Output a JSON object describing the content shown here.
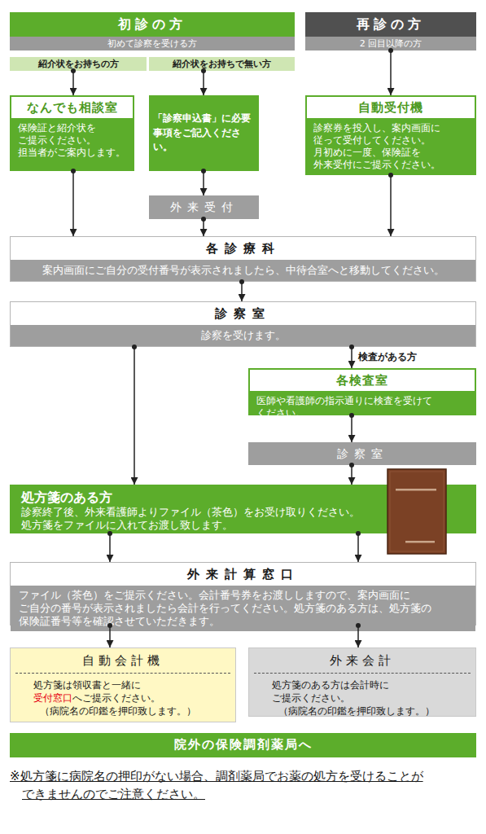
{
  "diagram": {
    "nodes": [
      {
        "text": [
          "初診の方",
          "初めて診察を受ける方"
        ]
      },
      {
        "text": [
          "再診の方",
          "2 回目以降の方"
        ]
      },
      {
        "text": [
          "紹介状をお持ちの方"
        ]
      },
      {
        "text": [
          "紹介状をお持ちで無い方"
        ]
      },
      {
        "text": [
          "なんでも相談室",
          "保険証と紹介状を ご提示ください。 担当者がご案内します。"
        ]
      },
      {
        "text": [
          "「診察申込書」に必要 事項をご記入くださ い。"
        ]
      },
      {
        "text": [
          "自動受付機",
          "診察券を投入し、案内画面に 従って受付してください。 月初めに一度、保険証を 外来受付にご提示ください。"
        ]
      },
      {
        "text": [
          "外来受付"
        ]
      },
      {
        "text": [
          "各診療科",
          "案内画面にご自分の受付番号が表示されましたら、中待合室へと移動してください。"
        ]
      },
      {
        "text": [
          "診察室",
          "診察を受けます。"
        ]
      },
      {
        "text": [
          "各検査室",
          "医師や看護師の指示通りに検査を受けて ください。"
        ]
      },
      {
        "text": [
          "診察室"
        ]
      },
      {
        "text": [
          "処方箋のある方",
          "診察終了後、外来看護師よりファイル（茶色）をお受け取りください。 処方箋をファイルに入れてお渡し致します。"
        ]
      },
      {
        "text": [
          "外来計算窓口",
          "ファイル（茶色）をご提示ください。会計番号券をお渡ししますので、案内画面に ご自分の番号が表示されましたら会計を行ってください。処方箋のある方は、処方箋の 保険証番号等を確認させていただきます。"
        ]
      },
      {
        "text": [
          "自動会計機",
          "処方箋は領収書と一緒に",
          "受付窓口",
          "へご提示ください。",
          "（病院名の印鑑を押印致します。）"
        ]
      },
      {
        "text": [
          "外来会計",
          "処方箋のある方は会計時に ご提示ください。",
          "（病院名の印鑑を押印致します。）"
        ]
      },
      {
        "text": [
          "院外の保険調剤薬局へ"
        ]
      }
    ],
    "edges": [
      {
        "from": 2,
        "to": 4,
        "arrow": "to"
      },
      {
        "from": 3,
        "to": 5,
        "arrow": "to"
      },
      {
        "from": 1,
        "to": 6,
        "arrow": "to"
      },
      {
        "from": 4,
        "to": 8,
        "arrow": "to"
      },
      {
        "from": 5,
        "to": 7,
        "arrow": "to"
      },
      {
        "from": 7,
        "to": 8,
        "arrow": "to"
      },
      {
        "from": 6,
        "to": 8,
        "arrow": "to"
      },
      {
        "from": 8,
        "to": 9,
        "arrow": "to"
      },
      {
        "from": 9,
        "to": 12,
        "arrow": "to"
      },
      {
        "from": 9,
        "to": 10,
        "label": "検査がある方",
        "arrow": "to"
      },
      {
        "from": 10,
        "to": 11,
        "arrow": "to"
      },
      {
        "from": 11,
        "to": 12,
        "arrow": "to"
      },
      {
        "from": 12,
        "to": 13,
        "arrow": "to"
      },
      {
        "from": 12,
        "to": 13,
        "arrow": "to"
      },
      {
        "from": 13,
        "to": 14,
        "arrow": "to"
      },
      {
        "from": 13,
        "to": 15,
        "arrow": "to"
      }
    ],
    "labels": [
      "※処方箋に病院名の押印がない場合、調剤薬局でお薬の処方を受けることが できませんのでご注意ください。"
    ]
  }
}
